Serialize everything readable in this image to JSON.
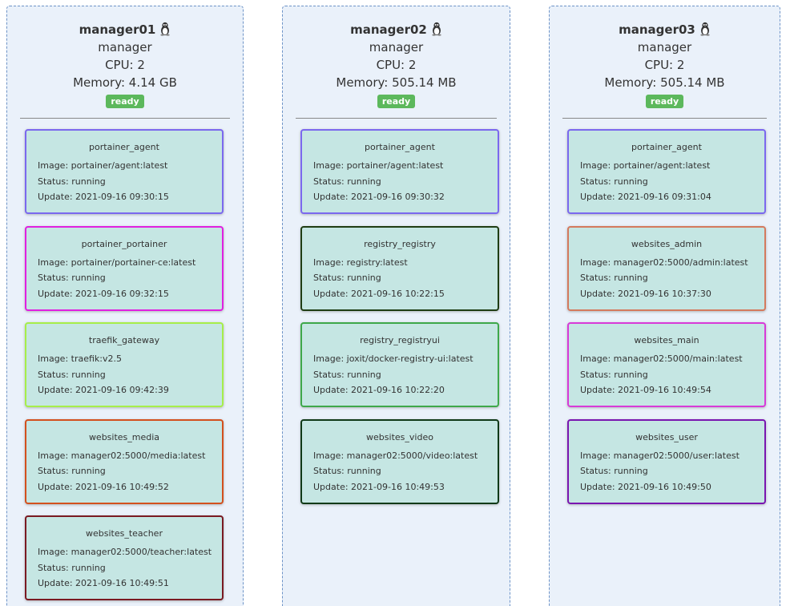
{
  "nodes": [
    {
      "name": "manager01",
      "role": "manager",
      "cpu": "CPU: 2",
      "memory": "Memory: 4.14 GB",
      "status": "ready",
      "services": [
        {
          "name": "portainer_agent",
          "image": "Image: portainer/agent:latest",
          "status": "Status: running",
          "update": "Update: 2021-09-16 09:30:15",
          "color": "#7b68ee"
        },
        {
          "name": "portainer_portainer",
          "image": "Image: portainer/portainer-ce:latest",
          "status": "Status: running",
          "update": "Update: 2021-09-16 09:32:15",
          "color": "#e020e0"
        },
        {
          "name": "traefik_gateway",
          "image": "Image: traefik:v2.5",
          "status": "Status: running",
          "update": "Update: 2021-09-16 09:42:39",
          "color": "#a6ee4a"
        },
        {
          "name": "websites_media",
          "image": "Image: manager02:5000/media:latest",
          "status": "Status: running",
          "update": "Update: 2021-09-16 10:49:52",
          "color": "#d3501e"
        },
        {
          "name": "websites_teacher",
          "image": "Image: manager02:5000/teacher:latest",
          "status": "Status: running",
          "update": "Update: 2021-09-16 10:49:51",
          "color": "#7a1a22"
        }
      ]
    },
    {
      "name": "manager02",
      "role": "manager",
      "cpu": "CPU: 2",
      "memory": "Memory: 505.14 MB",
      "status": "ready",
      "services": [
        {
          "name": "portainer_agent",
          "image": "Image: portainer/agent:latest",
          "status": "Status: running",
          "update": "Update: 2021-09-16 09:30:32",
          "color": "#7b68ee"
        },
        {
          "name": "registry_registry",
          "image": "Image: registry:latest",
          "status": "Status: running",
          "update": "Update: 2021-09-16 10:22:15",
          "color": "#1f3d14"
        },
        {
          "name": "registry_registryui",
          "image": "Image: joxit/docker-registry-ui:latest",
          "status": "Status: running",
          "update": "Update: 2021-09-16 10:22:20",
          "color": "#3ea84a"
        },
        {
          "name": "websites_video",
          "image": "Image: manager02:5000/video:latest",
          "status": "Status: running",
          "update": "Update: 2021-09-16 10:49:53",
          "color": "#103a18"
        }
      ]
    },
    {
      "name": "manager03",
      "role": "manager",
      "cpu": "CPU: 2",
      "memory": "Memory: 505.14 MB",
      "status": "ready",
      "services": [
        {
          "name": "portainer_agent",
          "image": "Image: portainer/agent:latest",
          "status": "Status: running",
          "update": "Update: 2021-09-16 09:31:04",
          "color": "#7b68ee"
        },
        {
          "name": "websites_admin",
          "image": "Image: manager02:5000/admin:latest",
          "status": "Status: running",
          "update": "Update: 2021-09-16 10:37:30",
          "color": "#d47a5e"
        },
        {
          "name": "websites_main",
          "image": "Image: manager02:5000/main:latest",
          "status": "Status: running",
          "update": "Update: 2021-09-16 10:49:54",
          "color": "#d83ad8"
        },
        {
          "name": "websites_user",
          "image": "Image: manager02:5000/user:latest",
          "status": "Status: running",
          "update": "Update: 2021-09-16 10:49:50",
          "color": "#7a16b0"
        }
      ]
    }
  ],
  "colors": {
    "node_bg": "#eaf1fa",
    "node_border": "#6d93c7",
    "service_bg": "#c5e6e3",
    "ready_badge": "#5cb85c"
  },
  "icons": {
    "node_os": "linux-tux-icon"
  }
}
